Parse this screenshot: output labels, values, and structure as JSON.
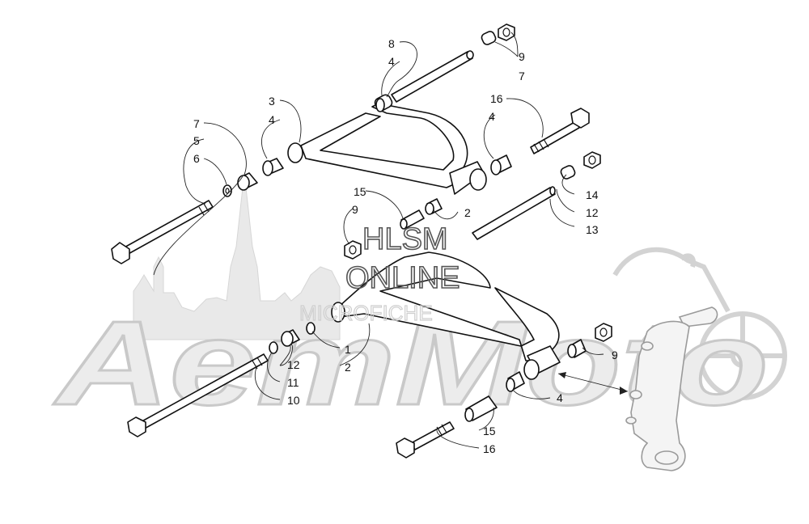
{
  "watermark": {
    "brand": "AeтMoto",
    "line1": "HLSM",
    "line2": "ONLINE",
    "line3": "MICROFICHE"
  },
  "callouts": {
    "c8": "8",
    "c4a": "4",
    "c9a": "9",
    "c7a": "7",
    "c3": "3",
    "c4b": "4",
    "c16a": "16",
    "c4c": "4",
    "c7b": "7",
    "c5": "5",
    "c6": "6",
    "c15a": "15",
    "c9b": "9",
    "c2a": "2",
    "c14": "14",
    "c12a": "12",
    "c13": "13",
    "c1": "1",
    "c2b": "2",
    "c12b": "12",
    "c11": "11",
    "c10": "10",
    "c9c": "9",
    "c4d": "4",
    "c15b": "15",
    "c16b": "16"
  }
}
